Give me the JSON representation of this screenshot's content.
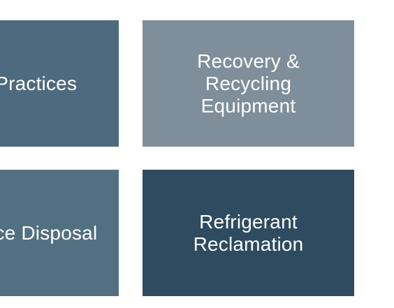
{
  "tiles": [
    {
      "label": "Safe Practices",
      "color": "#4e6a7e"
    },
    {
      "label": "Recovery &\nRecycling\nEquipment",
      "color": "#7e8f9b"
    },
    {
      "label": "Appliance Disposal",
      "color": "#536f82"
    },
    {
      "label": "Refrigerant\nReclamation",
      "color": "#2e4b5f"
    }
  ]
}
